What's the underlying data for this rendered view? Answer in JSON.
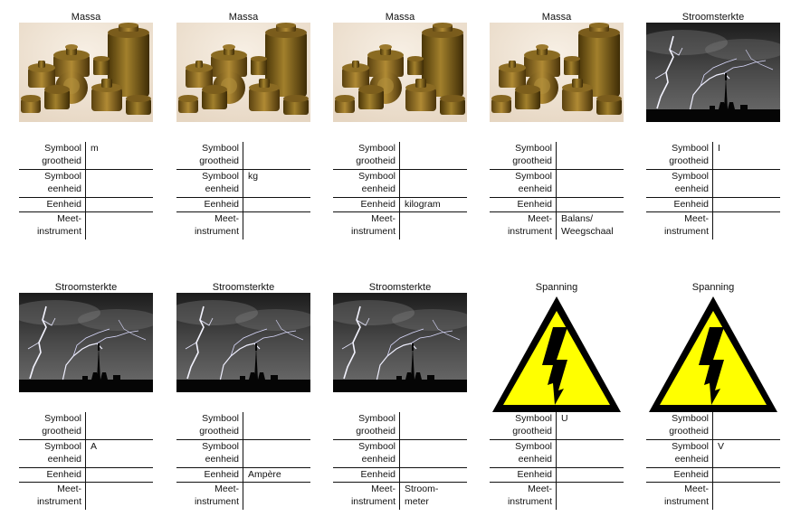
{
  "labels": {
    "symbool_grootheid": "Symbool\ngrootheid",
    "symbool_eenheid": "Symbool\neenheid",
    "eenheid": "Eenheid",
    "meetinstrument": "Meet-\ninstrument"
  },
  "cards": [
    {
      "title": "Massa",
      "image": "weights",
      "sg": "m",
      "se": "",
      "e": "",
      "mi": ""
    },
    {
      "title": "Massa",
      "image": "weights",
      "sg": "",
      "se": "kg",
      "e": "",
      "mi": ""
    },
    {
      "title": "Massa",
      "image": "weights",
      "sg": "",
      "se": "",
      "e": "kilogram",
      "mi": ""
    },
    {
      "title": "Massa",
      "image": "weights",
      "sg": "",
      "se": "",
      "e": "",
      "mi": "Balans/\nWeegschaal"
    },
    {
      "title": "Stroomsterkte",
      "image": "lightning",
      "sg": "I",
      "se": "",
      "e": "",
      "mi": ""
    },
    {
      "title": "Stroomsterkte",
      "image": "lightning",
      "sg": "",
      "se": "A",
      "e": "",
      "mi": ""
    },
    {
      "title": "Stroomsterkte",
      "image": "lightning",
      "sg": "",
      "se": "",
      "e": "Ampère",
      "mi": ""
    },
    {
      "title": "Stroomsterkte",
      "image": "lightning",
      "sg": "",
      "se": "",
      "e": "",
      "mi": "Stroom-\nmeter"
    },
    {
      "title": "Spanning",
      "image": "high-voltage-sign",
      "sg": "U",
      "se": "",
      "e": "",
      "mi": ""
    },
    {
      "title": "Spanning",
      "image": "high-voltage-sign",
      "sg": "",
      "se": "V",
      "e": "",
      "mi": ""
    }
  ]
}
